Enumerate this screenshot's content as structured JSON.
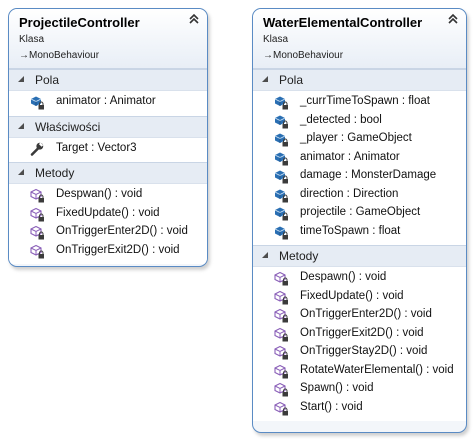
{
  "classes": {
    "projectile": {
      "name": "ProjectileController",
      "kind": "Klasa",
      "base": "MonoBehaviour",
      "sections": {
        "fields": {
          "title": "Pola",
          "items": [
            "animator : Animator"
          ]
        },
        "properties": {
          "title": "Właściwości",
          "items": [
            "Target : Vector3"
          ]
        },
        "methods": {
          "title": "Metody",
          "items": [
            "Despwan() : void",
            "FixedUpdate() : void",
            "OnTriggerEnter2D() : void",
            "OnTriggerExit2D() : void"
          ]
        }
      }
    },
    "water": {
      "name": "WaterElementalController",
      "kind": "Klasa",
      "base": "MonoBehaviour",
      "sections": {
        "fields": {
          "title": "Pola",
          "items": [
            "_currTimeToSpawn : float",
            "_detected : bool",
            "_player : GameObject",
            "animator : Animator",
            "damage : MonsterDamage",
            "direction : Direction",
            "projectile : GameObject",
            "timeToSpawn : float"
          ]
        },
        "methods": {
          "title": "Metody",
          "items": [
            "Despawn() : void",
            "FixedUpdate() : void",
            "OnTriggerEnter2D() : void",
            "OnTriggerExit2D() : void",
            "OnTriggerStay2D() : void",
            "RotateWaterElemental() : void",
            "Spawn() : void",
            "Start() : void"
          ]
        }
      }
    }
  },
  "icons": {
    "field": "private-field-icon",
    "property": "property-wrench-icon",
    "method": "private-method-icon",
    "inheritance": "inheritance-arrow-icon",
    "collapse": "double-chevron-up-icon"
  },
  "colors": {
    "border": "#5a8bc4",
    "section_bg": "#e6ecf4",
    "field_icon": "#2a6fb3",
    "method_icon": "#8a5fb8"
  }
}
